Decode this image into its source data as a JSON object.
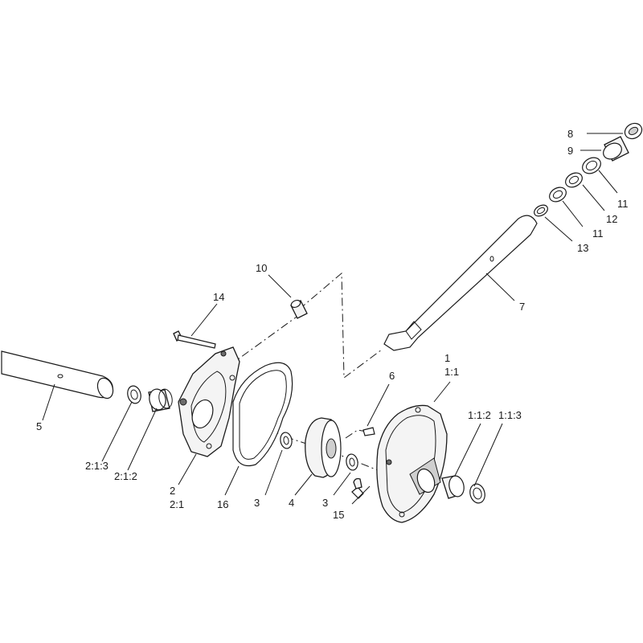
{
  "callouts": {
    "c1": "1",
    "c1_1": "1:1",
    "c1_1_2": "1:1:2",
    "c1_1_3": "1:1:3",
    "c2": "2",
    "c2_1": "2:1",
    "c2_1_2": "2:1:2",
    "c2_1_3": "2:1:3",
    "c3a": "3",
    "c3b": "3",
    "c4": "4",
    "c5": "5",
    "c6": "6",
    "c7": "7",
    "c8": "8",
    "c9": "9",
    "c10": "10",
    "c11a": "11",
    "c11b": "11",
    "c12": "12",
    "c13": "13",
    "c14": "14",
    "c15": "15",
    "c16": "16"
  }
}
